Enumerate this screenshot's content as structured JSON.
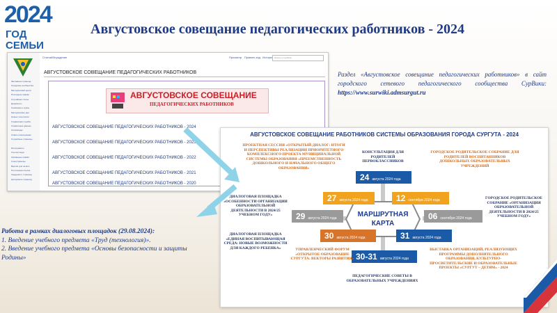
{
  "logo": {
    "year": "2024",
    "subtitle": "ГОД СЕМЬИ"
  },
  "page_title": "Августовское совещание педагогических работников - 2024",
  "wiki": {
    "topbar": {
      "tab_article": "Статья",
      "tab_discussion": "Обсуждение",
      "view": "Просмотр",
      "edit": "Править код",
      "history": "История",
      "search_placeholder": "Искать в СурВики"
    },
    "nav": [
      "Заглавная страница",
      "Городские сообщества",
      "Методический центр",
      "Последние правки",
      "Случайная статья",
      "Документы",
      "Семинары и курсы",
      "Методические дни",
      "Новые технологии",
      "Справочная служба",
      "Справочные данные",
      "Олимпиады",
      "Советы школьникам",
      "Служебные страницы",
      "",
      "Инструменты",
      "Ссылки сюда",
      "Связанные правки",
      "Спецстраницы",
      "Версия для печати",
      "Постоянная ссылка",
      "Сведения о странице",
      "Цитировать страницу"
    ],
    "page_heading": "АВГУСТОВСКОЕ СОВЕЩАНИЕ ПЕДАГОГИЧЕСКИХ РАБОТНИКОВ",
    "banner_line1": "АВГУСТОВСКОЕ СОВЕЩАНИЕ",
    "banner_line2": "ПЕДАГОГИЧЕСКИХ РАБОТНИКОВ",
    "links": [
      "АВГУСТОВСКОЕ СОВЕЩАНИЕ ПЕДАГОГИЧЕСКИХ РАБОТНИКОВ - 2024",
      "АВГУСТОВСКОЕ СОВЕЩАНИЕ ПЕДАГОГИЧЕСКИХ РАБОТНИКОВ - 2023",
      "АВГУСТОВСКОЕ СОВЕЩАНИЕ ПЕДАГОГИЧЕСКИХ РАБОТНИКОВ - 2022",
      "АВГУСТОВСКОЕ СОВЕЩАНИЕ ПЕДАГОГИЧЕСКИХ РАБОТНИКОВ - 2021",
      "АВГУСТОВСКОЕ СОВЕЩАНИЕ ПЕДАГОГИЧЕСКИХ РАБОТНИКОВ - 2020"
    ]
  },
  "caption": {
    "text": "Раздел «Августовское совещание педагогических работников» в сайт городского сетевого педагогического сообщества СурВики: ",
    "url": "https://www.surwiki.admsurgut.ru"
  },
  "work": {
    "title": "Работа в рамках диалоговых площадок (29.08.2024):",
    "items": [
      "1. Введение учебного предмета «Труд (технология)».",
      "2. Введение учебного предмета «Основы безопасности и защиты Родины»"
    ]
  },
  "roadmap": {
    "title": "АВГУСТОВСКОЕ СОВЕЩАНИЕ РАБОТНИКОВ СИСТЕМЫ ОБРАЗОВАНИЯ ГОРОДА СУРГУТА - 2024",
    "center": [
      "МАРШРУТНАЯ",
      "КАРТА"
    ],
    "tiles": {
      "t24": {
        "day": "24",
        "date": "августа 2024 года"
      },
      "t27": {
        "day": "27",
        "date": "августа 2024 года"
      },
      "t12": {
        "day": "12",
        "date": "сентября 2024 года"
      },
      "t29": {
        "day": "29",
        "date": "августа 2024 года"
      },
      "t06": {
        "day": "06",
        "date": "сентября 2024 года"
      },
      "t30": {
        "day": "30",
        "date": "августа 2024 года"
      },
      "t31": {
        "day": "31",
        "date": "августа 2024 года"
      },
      "t3031": {
        "day": "30-31",
        "date": "августа 2024 года"
      }
    },
    "texts": {
      "project_session": "ПРОЕКТНАЯ СЕССИЯ «ОТКРЫТЫЙ ДИАЛОГ: ИТОГИ И ПЕРСПЕКТИВЫ РЕАЛИЗАЦИИ ПРИОРИТЕТНОГО КОМПЛЕКСНОГО ПРОЕКТА МУНИЦИПАЛЬНОЙ СИСТЕМЫ ОБРАЗОВАНИЯ «ПРЕЕМСТВЕННОСТЬ ДОШКОЛЬНОГО И НАЧАЛЬНОГО ОБЩЕГО ОБРАЗОВАНИЯ»",
      "consultation": "КОНСУЛЬТАЦИЯ ДЛЯ РОДИТЕЛЕЙ ПЕРВОКЛАССНИКОВ",
      "parent_meeting_preschool": "ГОРОДСКОЕ РОДИТЕЛЬСКОЕ СОБРАНИЕ ДЛЯ РОДИТЕЛЕЙ ВОСПИТАННИКОВ ДОШКОЛЬНЫХ ОБРАЗОВАТЕЛЬНЫХ УЧРЕЖДЕНИЙ",
      "dialogue_features": "ДИАЛОГОВАЯ ПЛОЩАДКА «ОСОБЕННОСТИ ОРГАНИЗАЦИИ ОБРАЗОВАТЕЛЬНОЙ ДЕЯТЕЛЬНОСТИ В 2024/25 УЧЕБНОМ ГОДУ»",
      "parent_meeting_city": "ГОРОДСКОЕ РОДИТЕЛЬСКОЕ СОБРАНИЕ «ОРГАНИЗАЦИЯ ОБРАЗОВАТЕЛЬНОЙ ДЕЯТЕЛЬНОСТИ В 2024/25 УЧЕБНОМ ГОДУ»",
      "dialogue_environment": "ДИАЛОГОВАЯ ПЛОЩАДКА «ЕДИНАЯ ВОСПИТЫВАЮЩАЯ СРЕДА: НОВЫЕ ВОЗМОЖНОСТИ ДЛЯ КАЖДОГО РЕБЕНКА»",
      "forum": "УПРАВЛЕНЧЕСКИЙ ФОРУМ «ОТКРЫТОЕ ОБРАЗОВАНИЕ СУРГУТА: ВЕКТОРЫ РАЗВИТИЯ»",
      "exhibition": "ВЫСТАВКА ОРГАНИЗАЦИЙ, РЕАЛИЗУЮЩИХ ПРОГРАММЫ ДОПОЛНИТЕЛЬНОГО ОБРАЗОВАНИЯ, КУЛЬТУРНО-ПРОСВЕТИТЕЛЬСКИЕ И ОБРАЗОВАТЕЛЬНЫЕ ПРОЕКТЫ «СУРГУТ – ДЕТЯМ» - 2024",
      "councils": "ПЕДАГОГИЧЕСКИЕ СОВЕТЫ В ОБРАЗОВАТЕЛЬНЫХ УЧРЕЖДЕНИЯХ"
    }
  },
  "colors": {
    "title_blue": "#1f3b87",
    "accent_orange": "#c8661c",
    "tile_blue": "#1b5aa6",
    "tile_orange": "#f2a31d"
  }
}
